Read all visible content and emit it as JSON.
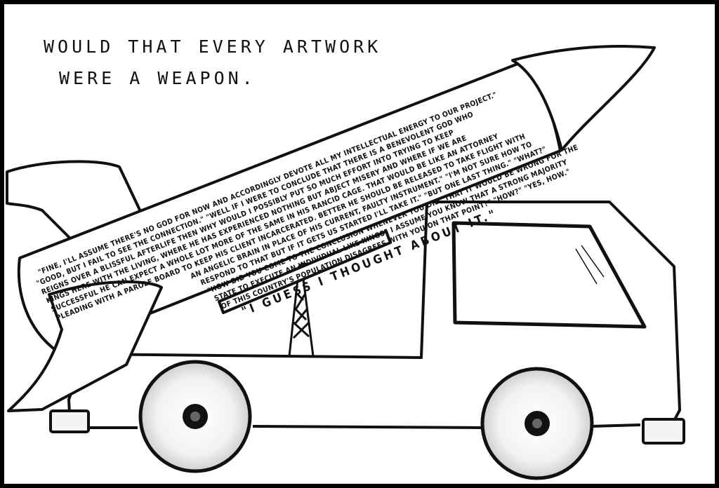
{
  "caption": {
    "line1": "WOULD THAT EVERY ARTWORK",
    "line2": "WERE A WEAPON."
  },
  "rocket_text": {
    "lines": [
      "\"FINE, I'LL ASSUME THERE'S NO GOD FOR NOW AND ACCORDINGLY DEVOTE ALL MY INTELLECTUAL ENERGY TO OUR PROJECT.\"",
      "\"GOOD, BUT I FAIL TO SEE THE CONNECTION.\" \"WELL IF I WERE TO CONCLUDE THAT THERE IS A BENEVOLENT GOD WHO",
      "REIGNS OVER A BLISSFUL AFTERLIFE THEN WHY WOULD I POSSIBLY PUT SO MUCH EFFORT INTO TRYING TO KEEP",
      "KINGS HERE WITH THE LIVING, WHERE HE HAS EXPERIENCED NOTHING BUT ABJECT MISERY AND WHERE IF WE ARE",
      "SUCCESSFUL HE CAN EXPECT A WHOLE LOT MORE OF THE SAME IN HIS RANCID CAGE. THAT WOULD BE LIKE AN ATTORNEY",
      "PLEADING WITH A PAROLE BOARD TO KEEP HIS CLIENT INCARCERATED. BETTER HE SHOULD BE RELEASED TO TAKE FLIGHT WITH",
      "AN ANGELIC BRAIN IN PLACE OF HIS CURRENT, FAULTY INSTRUMENT.\" \"I'M NOT SURE HOW TO",
      "RESPOND TO THAT BUT IF IT GETS US STARTED I'LL TAKE IT.\" \"BUT ONE LAST THING.\" \"WHAT?\"",
      "\"HOW DID YOU COME TO THE CONCLUSION WHENEVER YOU DID, THAT IT WOULD BE WRONG FOR THE",
      "STATE TO EXECUTE AN INDIVIDUAL LIKE KINGS? I ASSUME YOU KNOW THAT A STRONG MAJORITY",
      "OF THIS COUNTRY'S POPULATION DISAGREES WITH YOU ON THAT POINT?\" \"HOW?\" \"YES, HOW.\"",
      "\"I GUESS I THOUGHT ABOUT IT.\""
    ]
  },
  "colors": {
    "ink": "#111111",
    "paper": "#ffffff",
    "border": "#000000"
  }
}
